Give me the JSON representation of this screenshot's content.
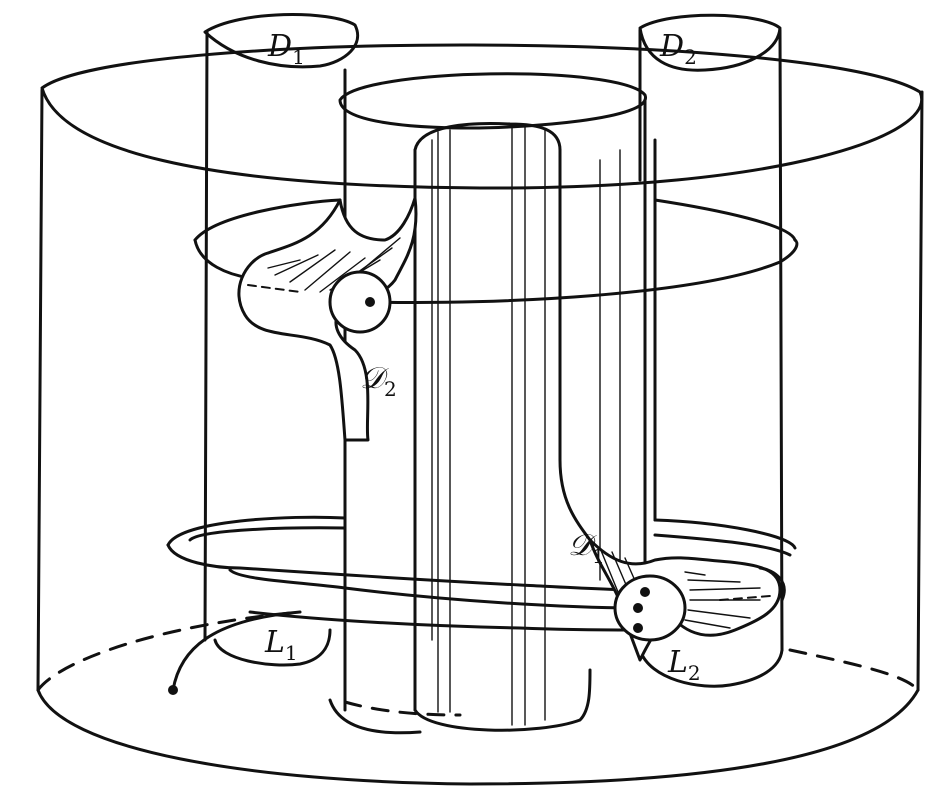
{
  "labels": {
    "D1_top": {
      "main": "D",
      "sub": "1"
    },
    "D2_top": {
      "main": "D",
      "sub": "2"
    },
    "script_D2": {
      "main": "𝒟",
      "sub": "2"
    },
    "script_D1": {
      "main": "𝒟",
      "sub": "1"
    },
    "L1": {
      "main": "L",
      "sub": "1"
    },
    "L2": {
      "main": "L",
      "sub": "2"
    }
  },
  "colors": {
    "ink": "#111111",
    "paper": "#ffffff"
  }
}
